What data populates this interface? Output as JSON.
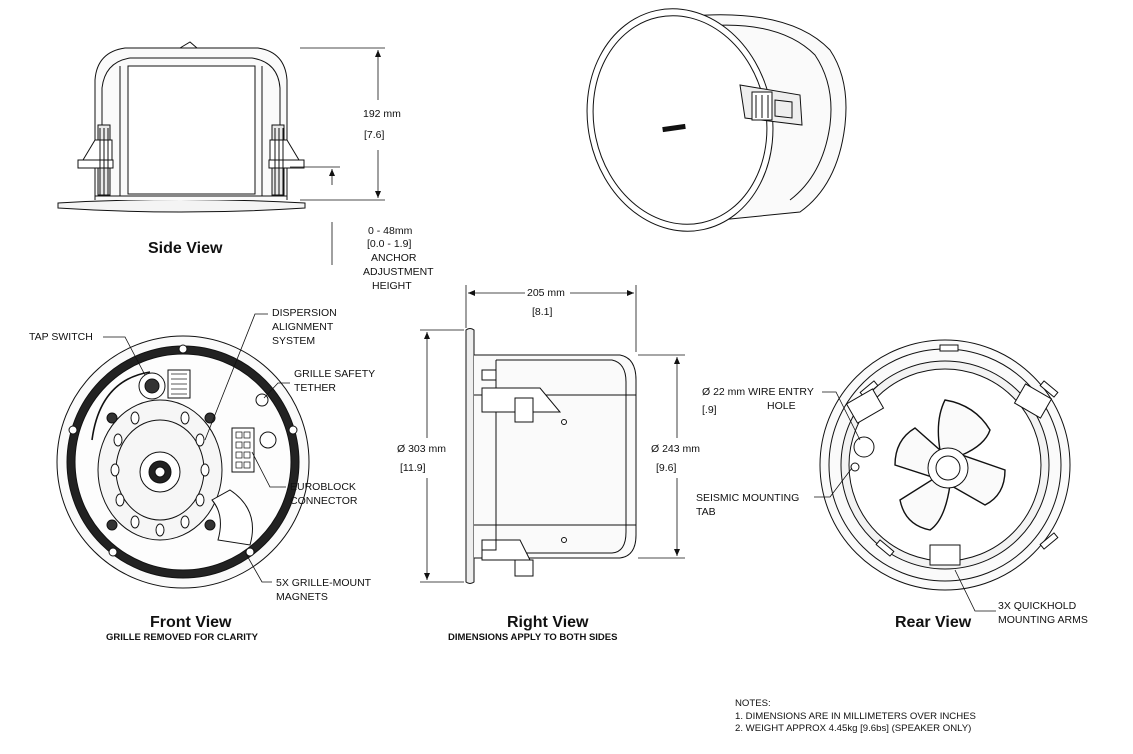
{
  "views": {
    "side": {
      "title": "Side View"
    },
    "front": {
      "title": "Front View",
      "subtitle": "GRILLE REMOVED FOR CLARITY"
    },
    "right": {
      "title": "Right View",
      "subtitle": "DIMENSIONS APPLY TO BOTH SIDES"
    },
    "rear": {
      "title": "Rear View"
    }
  },
  "dimensions": {
    "height": {
      "mm": "192 mm",
      "in": "[7.6]"
    },
    "anchor": {
      "mm": "0 - 48mm",
      "in": "[0.0 - 1.9]",
      "label_line1": "ANCHOR",
      "label_line2": "ADJUSTMENT",
      "label_line3": "HEIGHT"
    },
    "depth": {
      "mm": "205 mm",
      "in": "[8.1]"
    },
    "outer_diameter": {
      "mm": "Ø 303 mm",
      "in": "[11.9]"
    },
    "inner_diameter": {
      "mm": "Ø 243 mm",
      "in": "[9.6]"
    },
    "wire_entry": {
      "mm": "Ø 22 mm WIRE ENTRY",
      "label_line2": "HOLE",
      "in": "[.9]"
    }
  },
  "callouts": {
    "tap_switch": "TAP SWITCH",
    "dispersion_line1": "DISPERSION",
    "dispersion_line2": "ALIGNMENT",
    "dispersion_line3": "SYSTEM",
    "grille_tether_line1": "GRILLE SAFETY",
    "grille_tether_line2": "TETHER",
    "euroblock_line1": "EUROBLOCK",
    "euroblock_line2": "CONNECTOR",
    "magnets_line1": "5X GRILLE-MOUNT",
    "magnets_line2": "MAGNETS",
    "seismic_line1": "SEISMIC MOUNTING",
    "seismic_line2": "TAB",
    "quickhold_line1": "3X QUICKHOLD",
    "quickhold_line2": "MOUNTING ARMS"
  },
  "notes": {
    "heading": "NOTES:",
    "items": [
      "1. DIMENSIONS ARE IN MILLIMETERS OVER INCHES",
      "2. WEIGHT APPROX 4.45kg [9.6bs] (SPEAKER ONLY)"
    ]
  }
}
